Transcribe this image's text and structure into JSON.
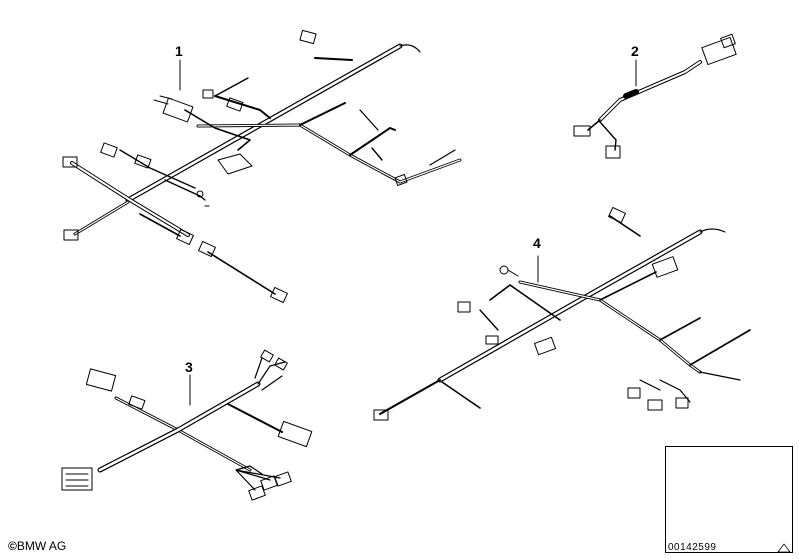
{
  "diagram": {
    "callouts": [
      {
        "id": "1",
        "label": "1"
      },
      {
        "id": "2",
        "label": "2"
      },
      {
        "id": "3",
        "label": "3"
      },
      {
        "id": "4",
        "label": "4"
      }
    ],
    "copyright": {
      "symbol": "©",
      "text": "BMW AG"
    },
    "reference_number": "00142599",
    "colors": {
      "line": "#000000",
      "background": "#ffffff"
    },
    "icons": [
      "warning-triangle-icon",
      "car-silhouette-icon"
    ]
  }
}
